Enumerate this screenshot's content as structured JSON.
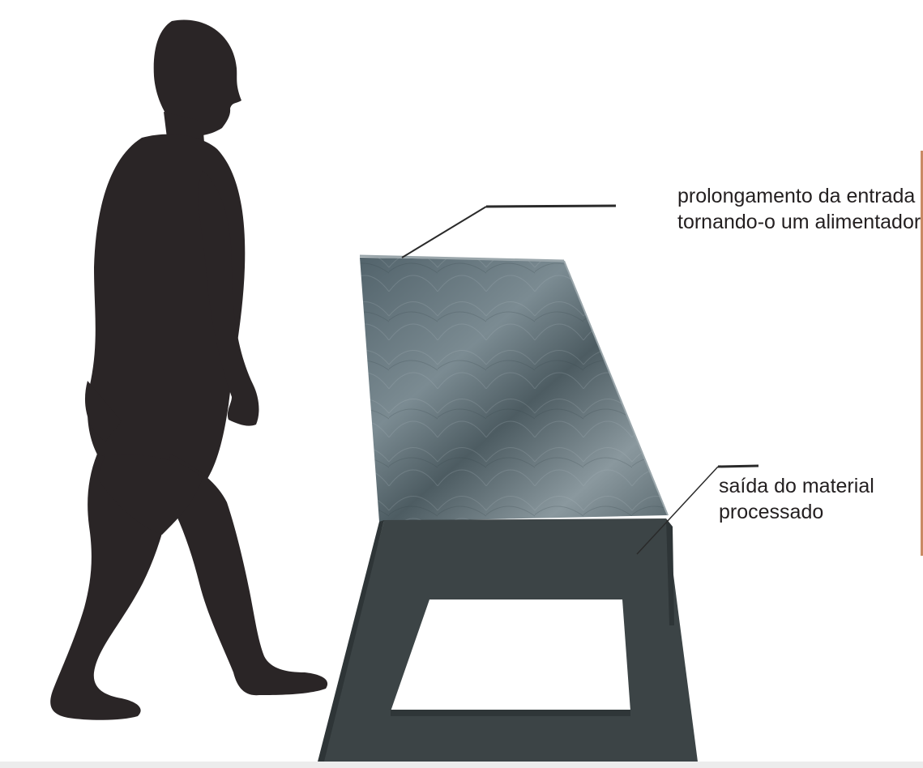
{
  "labels": {
    "feed_extension": {
      "line1": "prolongamento da entrada",
      "line2": "tornando-o um alimentador"
    },
    "material_outlet": {
      "line1": "saída do material",
      "line2": "processado"
    }
  },
  "colors": {
    "silhouette": "#2a2526",
    "stand": "#3c4446",
    "hopper": "#5e6b70",
    "accent_bar": "#c98a64",
    "text": "#231f20",
    "leader_line": "#2a2a2a"
  }
}
